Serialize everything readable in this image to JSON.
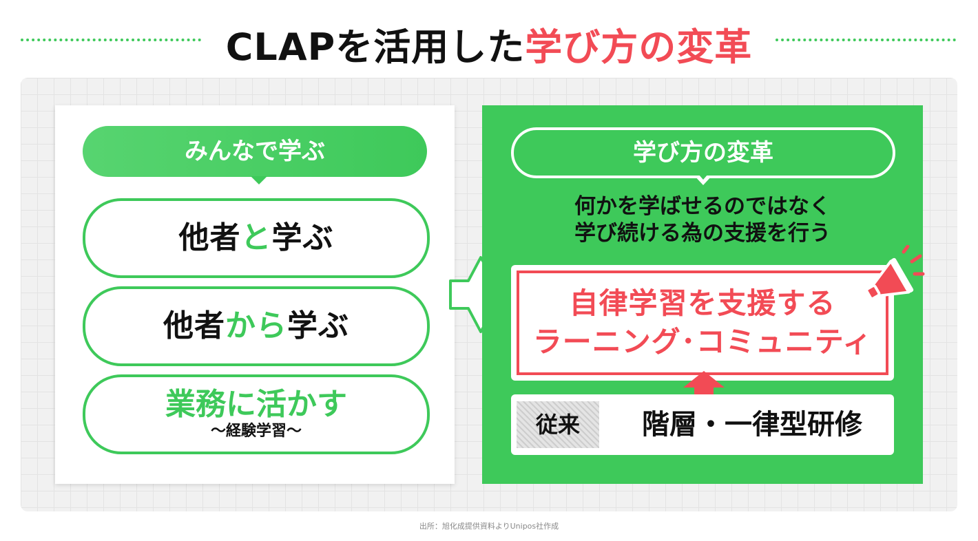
{
  "title": {
    "prefix": "CLAPを活用した",
    "accent": "学び方の変革"
  },
  "left": {
    "header": "みんなで学ぶ",
    "pill1": {
      "part1": "他者",
      "accent": "と",
      "part2": "学ぶ"
    },
    "pill2": {
      "part1": "他者",
      "accent": "から",
      "part2": "学ぶ"
    },
    "pill3": {
      "main": "業務に活かす",
      "sub": "～経験学習～"
    }
  },
  "right": {
    "header": "学び方の変革",
    "desc_line1": "何かを学ばせるのではなく",
    "desc_line2": "学び続ける為の支援を行う",
    "highlight_line1": "自律学習を支援する",
    "highlight_line2": "ラーニング･コミュニティ",
    "old_label": "従来",
    "old_text": "階層・一律型研修"
  },
  "source": "出所：旭化成提供資料よりUnipos社作成",
  "colors": {
    "green": "#3ec95a",
    "red": "#f24b55"
  },
  "icons": [
    "arrow-right-icon",
    "megaphone-icon",
    "arrow-up-icon"
  ]
}
